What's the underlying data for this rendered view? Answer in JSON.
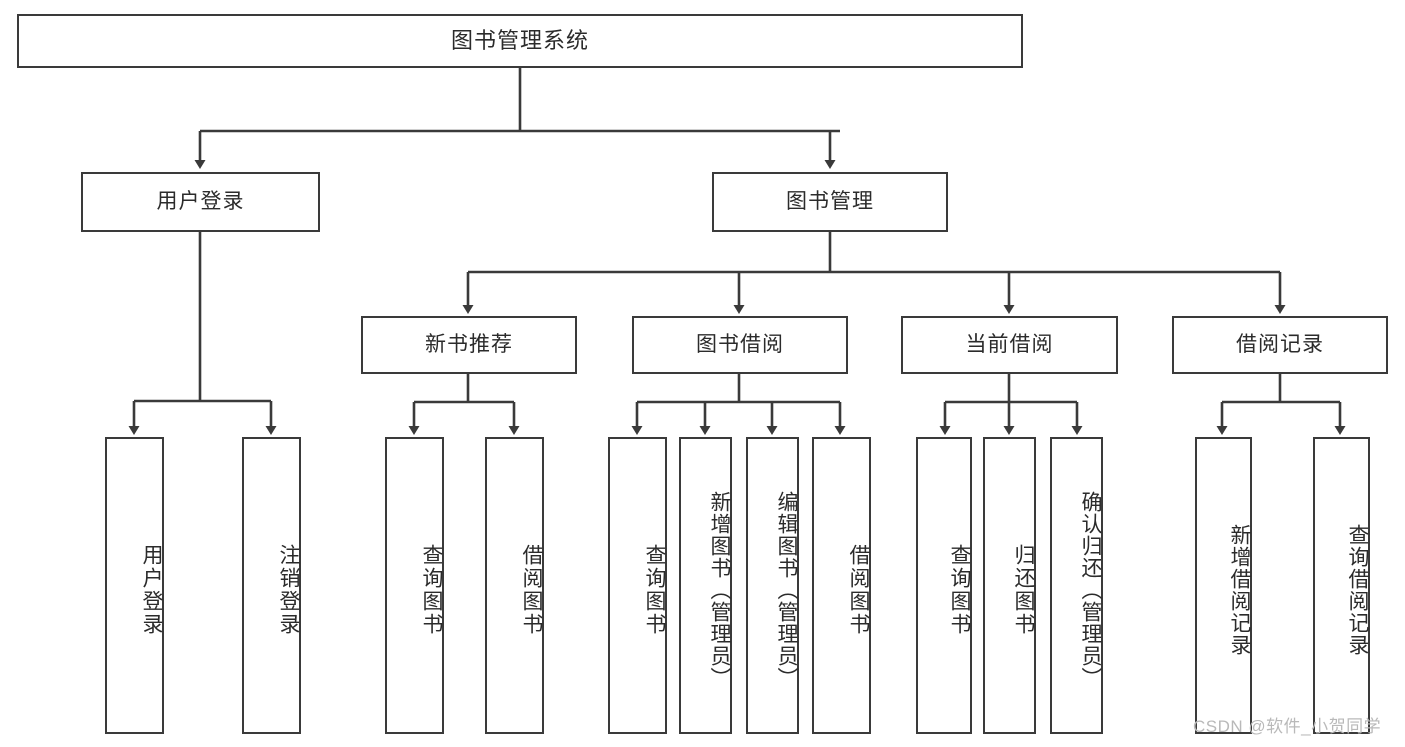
{
  "diagram": {
    "type": "tree-hierarchy",
    "title": "图书管理系统",
    "watermark": "CSDN @软件_小贺同学",
    "colors": {
      "box_border": "#3a3a3a",
      "box_fill": "#ffffff",
      "edge": "#3a3a3a",
      "text": "#2b2b2b",
      "watermark": "#b9b9b9",
      "background": "#ffffff"
    },
    "root": {
      "id": "root",
      "label": "图书管理系统"
    },
    "level2": [
      {
        "id": "user-login",
        "label": "用户登录"
      },
      {
        "id": "book-manage",
        "label": "图书管理"
      }
    ],
    "level3": [
      {
        "id": "new-book-recommend",
        "label": "新书推荐",
        "parent": "book-manage"
      },
      {
        "id": "book-borrow",
        "label": "图书借阅",
        "parent": "book-manage"
      },
      {
        "id": "current-borrow",
        "label": "当前借阅",
        "parent": "book-manage"
      },
      {
        "id": "borrow-record",
        "label": "借阅记录",
        "parent": "book-manage"
      }
    ],
    "leaves": {
      "user_login": [
        {
          "id": "leaf-user-login",
          "label": "用户登录"
        },
        {
          "id": "leaf-logout-login",
          "label": "注销登录"
        }
      ],
      "new_book_recommend": [
        {
          "id": "leaf-query-book-1",
          "label": "查询图书"
        },
        {
          "id": "leaf-borrow-book-1",
          "label": "借阅图书"
        }
      ],
      "book_borrow": [
        {
          "id": "leaf-query-book-2",
          "label": "查询图书"
        },
        {
          "id": "leaf-add-book",
          "label": "新增图书（管理员）"
        },
        {
          "id": "leaf-edit-book",
          "label": "编辑图书（管理员）"
        },
        {
          "id": "leaf-borrow-book-2",
          "label": "借阅图书"
        }
      ],
      "current_borrow": [
        {
          "id": "leaf-query-book-3",
          "label": "查询图书"
        },
        {
          "id": "leaf-return-book",
          "label": "归还图书"
        },
        {
          "id": "leaf-confirm-return",
          "label": "确认归还（管理员）"
        }
      ],
      "borrow_record": [
        {
          "id": "leaf-add-record",
          "label": "新增借阅记录"
        },
        {
          "id": "leaf-query-record",
          "label": "查询借阅记录"
        }
      ]
    }
  }
}
